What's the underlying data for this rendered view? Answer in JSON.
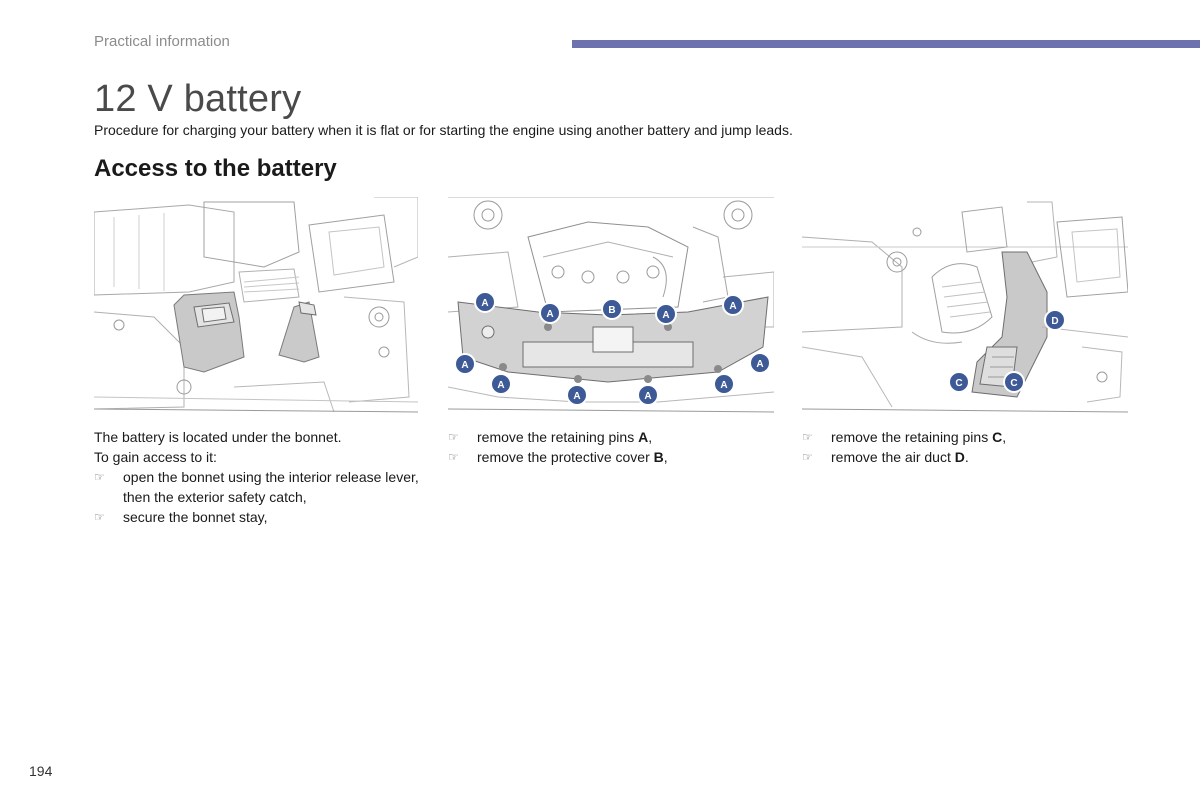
{
  "header": {
    "section": "Practical information",
    "accent_color": "#6b72ad"
  },
  "title": "12 V battery",
  "intro": "Procedure for charging your battery when it is flat or for starting the engine using another battery and jump leads.",
  "subheading": "Access to the battery",
  "figures": {
    "fig2_callouts": [
      "A",
      "A",
      "B",
      "A",
      "A",
      "A",
      "A",
      "A",
      "A",
      "A",
      "A"
    ],
    "fig3_callouts": [
      "D",
      "C",
      "C"
    ],
    "callout_color": "#3d5a96"
  },
  "columns": {
    "col1": {
      "lines": [
        "The battery is located under the bonnet.",
        "To gain access to it:"
      ],
      "items": [
        "open the bonnet using the interior release lever, then the exterior safety catch,",
        "secure the bonnet stay,"
      ]
    },
    "col2": {
      "items": [
        {
          "before": "remove the retaining pins ",
          "bold": "A",
          "after": ","
        },
        {
          "before": "remove the protective cover ",
          "bold": "B",
          "after": ","
        }
      ]
    },
    "col3": {
      "items": [
        {
          "before": "remove the retaining pins ",
          "bold": "C",
          "after": ","
        },
        {
          "before": "remove the air duct ",
          "bold": "D",
          "after": "."
        }
      ]
    }
  },
  "bullet_symbol": "☞",
  "page_number": "194"
}
